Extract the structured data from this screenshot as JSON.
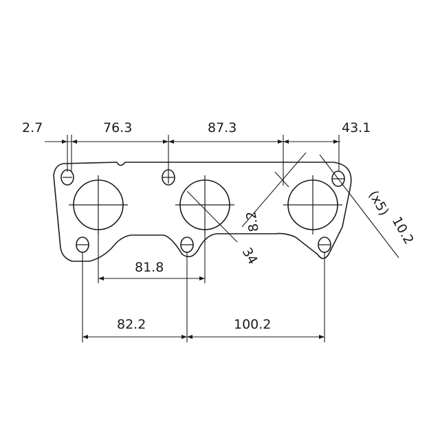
{
  "dimensions": {
    "top": [
      "2.7",
      "76.3",
      "87.3",
      "43.1"
    ],
    "hole_spacing": "81.8",
    "bottom": [
      "82.2",
      "100.2"
    ],
    "diagonal_82": "8.2",
    "diagonal_34": "34",
    "diagonal_102": "10.2",
    "angle": "(x5)"
  },
  "colors": {
    "line": "#1a1a1a",
    "background": "#ffffff"
  }
}
